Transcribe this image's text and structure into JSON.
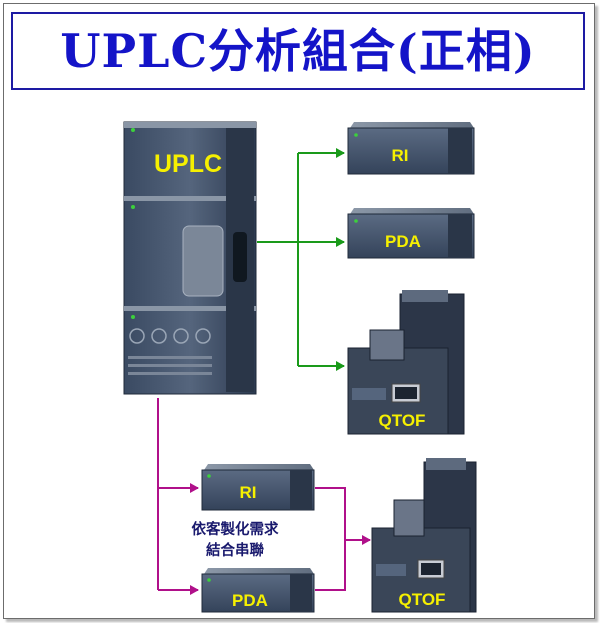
{
  "title": "UPLC分析組合(正相)",
  "instruments": {
    "main": "UPLC",
    "top_chain": [
      "RI",
      "PDA",
      "QTOF"
    ],
    "bottom_chain": {
      "ri": "RI",
      "pda": "PDA",
      "qtof": "QTOF"
    }
  },
  "caption": {
    "line1": "依客製化需求",
    "line2": "結合串聯"
  },
  "colors": {
    "title": "#1414c8",
    "border": "#1d1aa3",
    "green_arrow": "#1a9a1a",
    "magenta_arrow": "#b0108a",
    "label": "#f6f000"
  }
}
